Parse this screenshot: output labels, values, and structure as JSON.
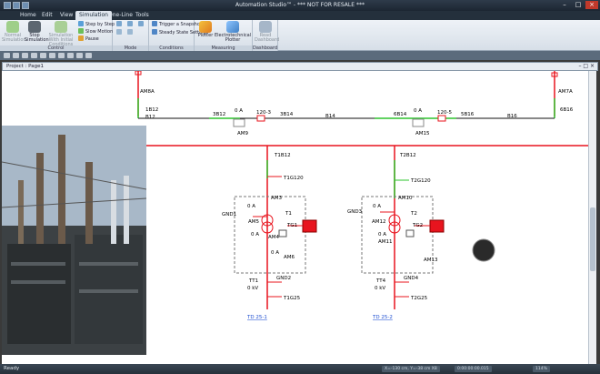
{
  "window": {
    "title": "Automation Studio™ - *** NOT FOR RESALE ***"
  },
  "menu": {
    "tabs": [
      "Home",
      "Edit",
      "View",
      "Simulation",
      "One-Line",
      "Tools"
    ],
    "active_index": 3
  },
  "ribbon": {
    "control": {
      "label": "Control",
      "normal_simulation": "Normal Simulation",
      "stop_simulation": "Stop Simulation",
      "simulation_initial": "Simulation With Initial Conditions",
      "step_by_step": "Step by Step",
      "slow_motion": "Slow Motion",
      "pause": "Pause"
    },
    "mode": {
      "label": "Mode"
    },
    "conditions": {
      "label": "Conditions",
      "trigger_snapshot": "Trigger a Snapshot",
      "steady_state": "Steady State Settings"
    },
    "measuring": {
      "label": "Measuring",
      "plotter": "Plotter",
      "electrotechnical_plotter": "Electrotechnical Plotter"
    },
    "dashboard": {
      "label": "Dashboard",
      "read_dashboard": "Read Dashboard"
    }
  },
  "project": {
    "title": "Project : Page1"
  },
  "diagram": {
    "labels": {
      "am_left": "AM8A",
      "am_right": "AM7A",
      "b12_1": "1B12",
      "b12": "B12",
      "b12_3": "3B12",
      "amps_1": "0 A",
      "b120_3": "120-3",
      "b14_3": "3B14",
      "b14": "B14",
      "am9": "AM9",
      "b14_6": "6B14",
      "amps_2": "0 A",
      "b120_5": "120-5",
      "b16_5": "5B16",
      "b16": "B16",
      "b16_6": "6B16",
      "am15": "AM15",
      "t1b12": "T1B12",
      "t1g120": "T1G120",
      "am3": "AM3",
      "gnd1": "GND1",
      "amps_3": "0 A",
      "am5": "AM5",
      "t1": "T1",
      "tg1": "TG1",
      "amps_4": "0 A",
      "am4": "AM4",
      "amps_5": "0 A",
      "am6": "AM6",
      "tt1": "TT1",
      "kv_1": "0 kV",
      "gnd2": "GND2",
      "t1g25": "T1G25",
      "td_1": "TD 25-1",
      "t2b12": "T2B12",
      "t2g120": "T2G120",
      "am10": "AM10",
      "gnd3": "GND3",
      "amps_6": "0 A",
      "am12": "AM12",
      "t2": "T2",
      "tg2": "TG2",
      "amps_7": "0 A",
      "am11": "AM11",
      "am13": "AM13",
      "tt4": "TT4",
      "kv_2": "0 kV",
      "gnd4": "GND4",
      "t2g25": "T2G25",
      "td_2": "TD 25-2"
    }
  },
  "status": {
    "ready": "Ready",
    "cells": [
      "X=-130 cm, Y=-38 cm  X8",
      "0:00:00:00.015",
      "114%"
    ]
  },
  "colors": {
    "energized": "#e8141e",
    "active_flow": "#2ec42e",
    "accent": "#dfe6ee"
  }
}
